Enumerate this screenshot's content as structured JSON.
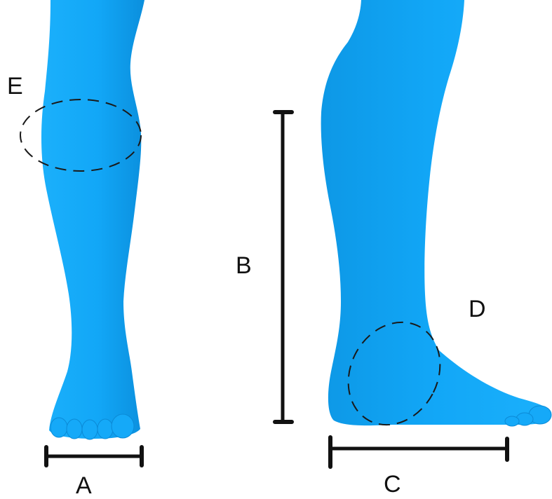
{
  "labels": {
    "a": "A",
    "b": "B",
    "c": "C",
    "d": "D",
    "e": "E"
  },
  "colors": {
    "leg": "#12a7f7",
    "leg_shade": "#0a8fdc",
    "line": "#111111"
  }
}
